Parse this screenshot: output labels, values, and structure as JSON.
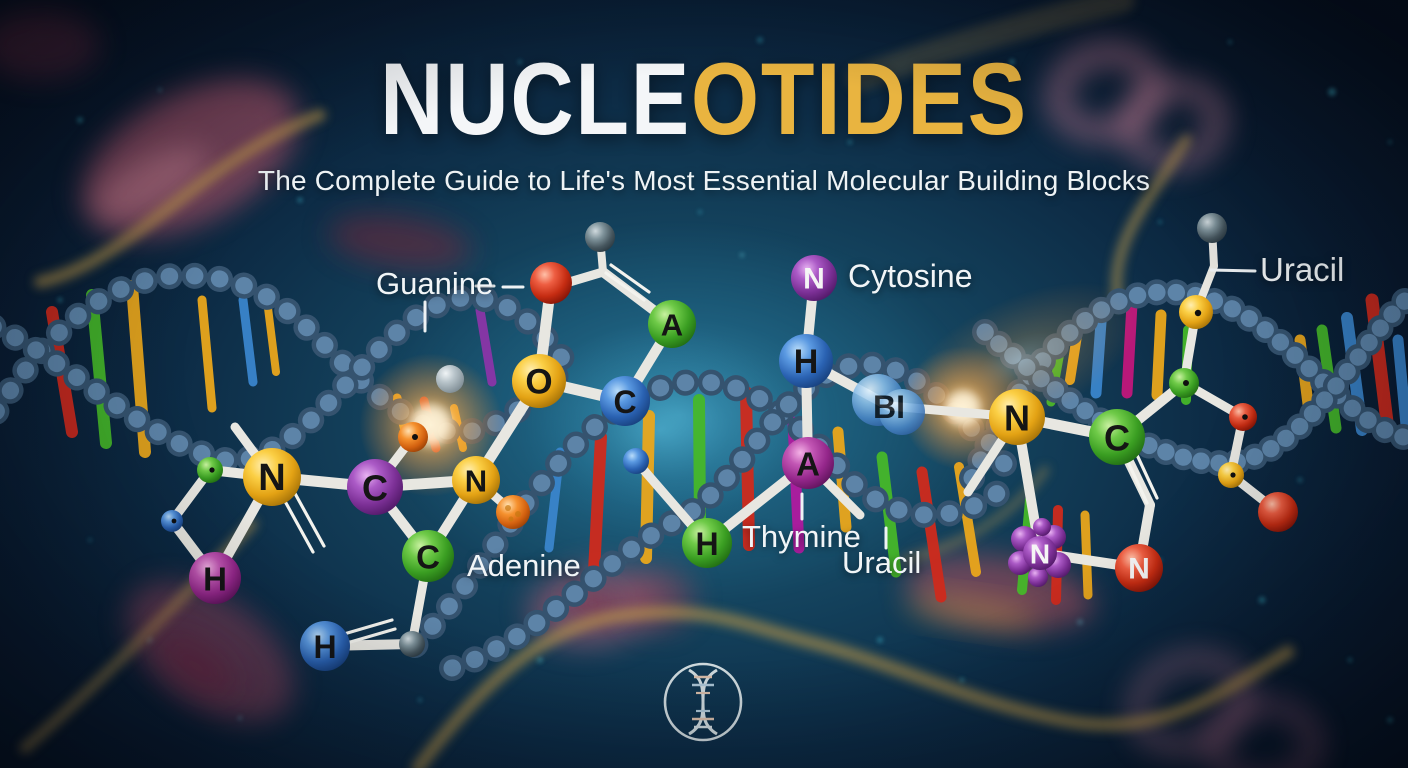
{
  "header": {
    "title_part1": "NUCLE",
    "title_part2": "OTIDES",
    "subtitle": "The Complete Guide to Life's Most Essential Molecular Building Blocks"
  },
  "labels": {
    "guanine": "Guanine",
    "adenine": "Adenine",
    "cytosine": "Cytosine",
    "thymine": "Thymine",
    "uracil": "Uracil",
    "uracil_top": "Uracil"
  },
  "atoms": {
    "adenine_ring": {
      "n1": "N",
      "c1": "C",
      "n2": "N",
      "c2": "C",
      "h1": "H",
      "h2": "H"
    },
    "sugar": {
      "o": "O",
      "a": "A",
      "c": "C"
    },
    "cytosine_ring": {
      "n": "N",
      "h": "H",
      "bi": "BI",
      "a": "A",
      "h2": "H"
    },
    "uracil_ring": {
      "n1": "N",
      "c1": "C",
      "n_cluster": "N",
      "n2": "N"
    }
  },
  "icons": {
    "logo": "dna-circle-logo"
  },
  "colors": {
    "accent_gold": "#E9B440",
    "background_navy": "#0B1C30",
    "glow_teal": "#2E8AA8",
    "glow_orange": "#FFA040",
    "atom_yellow": "#F3BC2B",
    "atom_green": "#4CB32C",
    "atom_blue": "#3571C8",
    "atom_purple": "#8E3FA8",
    "atom_magenta": "#B8349E",
    "atom_red": "#D3301A",
    "bond_white": "#E8E7E1",
    "dna_bead_blue": "#4C7095"
  }
}
